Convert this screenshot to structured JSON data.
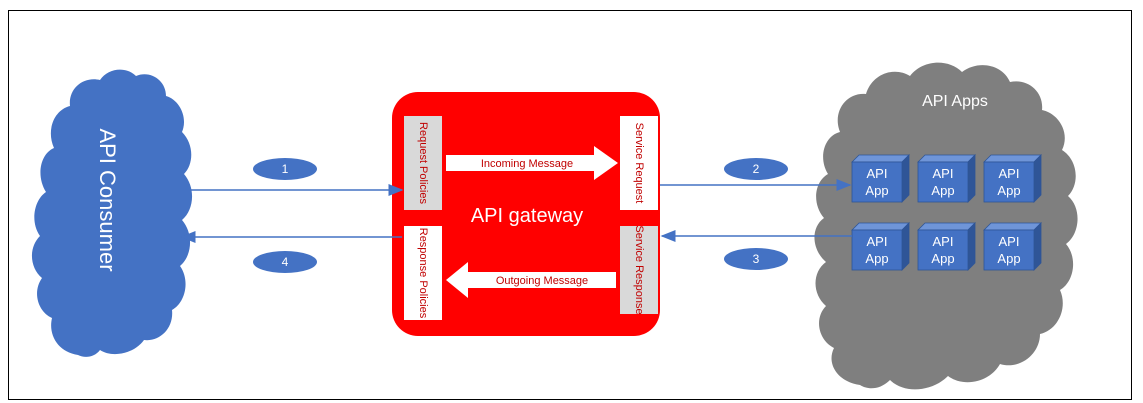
{
  "consumer": {
    "label": "API Consumer"
  },
  "gateway": {
    "label": "API gateway",
    "request_policies": "Request Policies",
    "service_request": "Service Request",
    "service_response": "Service Response",
    "response_policies": "Response Policies",
    "incoming_message": "Incoming Message",
    "outgoing_message": "Outgoing Message"
  },
  "apps": {
    "label": "API Apps",
    "box_line1": "API",
    "box_line2": "App"
  },
  "steps": [
    "1",
    "2",
    "3",
    "4"
  ],
  "colors": {
    "consumer_cloud": "#4472C4",
    "apps_cloud": "#7F7F7F",
    "gateway": "#FF0000",
    "gateway_text": "#C00000",
    "policy_box": "#D9D9D9",
    "app_box": "#4472C4",
    "arrow": "#4472C4",
    "step_ellipse": "#4472C4"
  }
}
